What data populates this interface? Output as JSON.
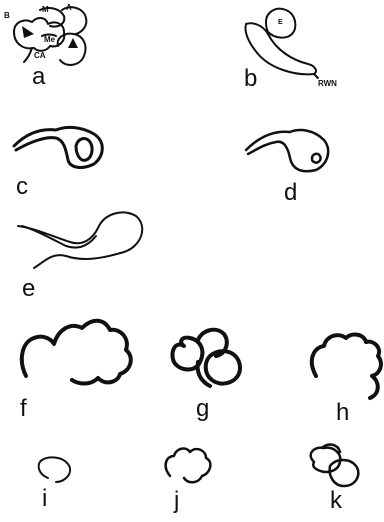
{
  "panels": {
    "a": {
      "label": "a",
      "b_label": "B",
      "m_label": "M",
      "a_label": "A",
      "me_label": "Me",
      "ca_label": "CA"
    },
    "b": {
      "label": "b",
      "e_label": "E",
      "rwn_label": "RWN"
    },
    "c": {
      "label": "c"
    },
    "d": {
      "label": "d"
    },
    "e": {
      "label": "e"
    },
    "f": {
      "label": "f"
    },
    "g": {
      "label": "g"
    },
    "h": {
      "label": "h"
    },
    "i": {
      "label": "i"
    },
    "j": {
      "label": "j"
    },
    "k": {
      "label": "k"
    }
  }
}
